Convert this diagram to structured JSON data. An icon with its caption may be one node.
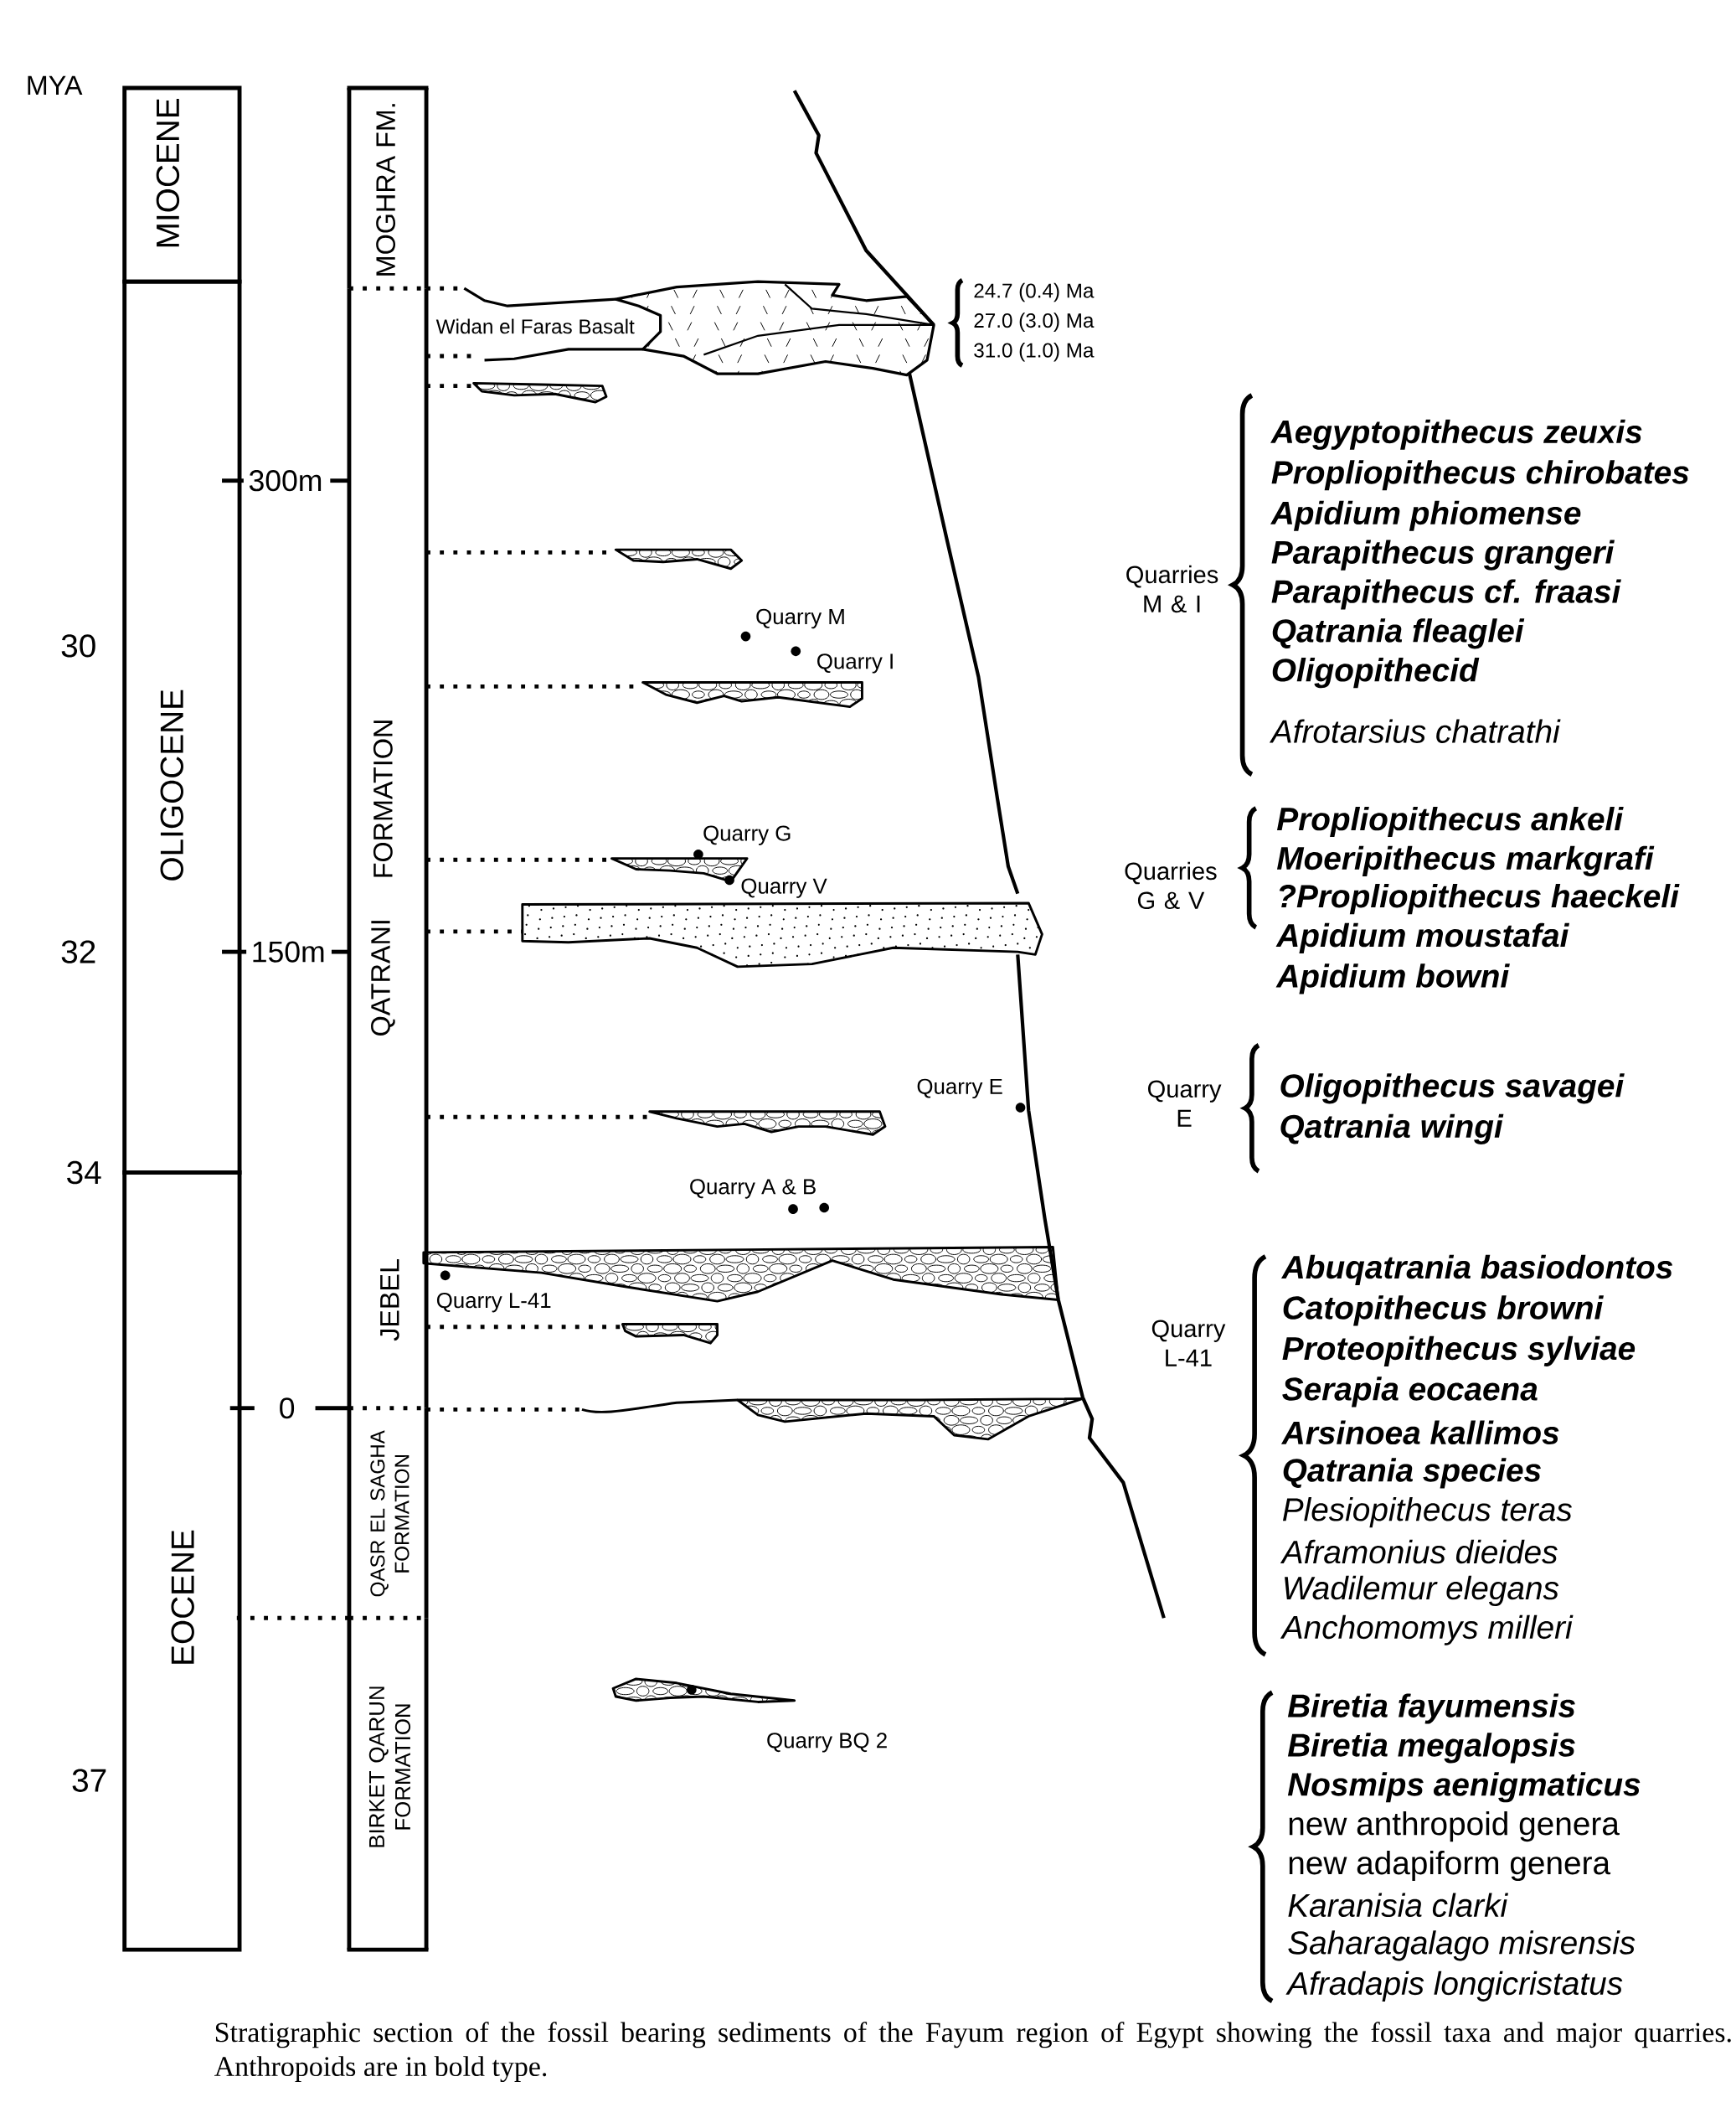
{
  "diagram": {
    "caption": "Stratigraphic section of the fossil bearing sediments of the Fayum region of Egypt showing the fossil taxa and major quarries. Anthropoids are in bold type.",
    "nodes": [
      {
        "text": [
          "MIOCENE"
        ]
      },
      {
        "text": [
          "OLIGOCENE"
        ]
      },
      {
        "text": [
          "EOCENE"
        ]
      },
      {
        "text": [
          "MOGHRA FM."
        ]
      },
      {
        "text": [
          "JEBEL",
          "QATRANI",
          "FORMATION"
        ]
      },
      {
        "text": [
          "QASR EL SAGHA FORMATION"
        ]
      },
      {
        "text": [
          "BIRKET QARUN FORMATION"
        ]
      }
    ],
    "labels": [
      "MYA",
      "30",
      "32",
      "34",
      "37",
      "300m",
      "150m",
      "0",
      "Widan el Faras Basalt",
      "24.7 (0.4) Ma",
      "27.0 (3.0) Ma",
      "31.0 (1.0) Ma",
      "Quarry M",
      "Quarry I",
      "Quarry G",
      "Quarry V",
      "Quarry E",
      "Quarry A & B",
      "Quarry L-41",
      "Quarry BQ 2",
      "Quarries M & I",
      "Aegyptopithecus zeuxis",
      "Propliopithecus chirobates",
      "Apidium phiomense",
      "Parapithecus grangeri",
      "Parapithecus cf. fraasi",
      "Qatrania fleaglei",
      "Oligopithecid",
      "Afrotarsius chatrathi",
      "Quarries G & V",
      "Propliopithecus ankeli",
      "Moeripithecus markgrafi",
      "?Propliopithecus haeckeli",
      "Apidium moustafai",
      "Apidium bowni",
      "Quarry E",
      "Oligopithecus savagei",
      "Qatrania wingi",
      "Quarry L-41",
      "Abuqatrania basiodontos",
      "Catopithecus browni",
      "Proteopithecus sylviae",
      "Serapia eocaena",
      "Arsinoea kallimos",
      "Qatrania species",
      "Plesiopithecus teras",
      "Aframonius dieides",
      "Wadilemur elegans",
      "Anchomomys milleri",
      "Biretia fayumensis",
      "Biretia megalopsis",
      "Nosmips aenigmaticus",
      "new anthropoid genera",
      "new adapiform genera",
      "Karanisia clarki",
      "Saharagalago misrensis",
      "Afradapis longicristatus"
    ]
  }
}
